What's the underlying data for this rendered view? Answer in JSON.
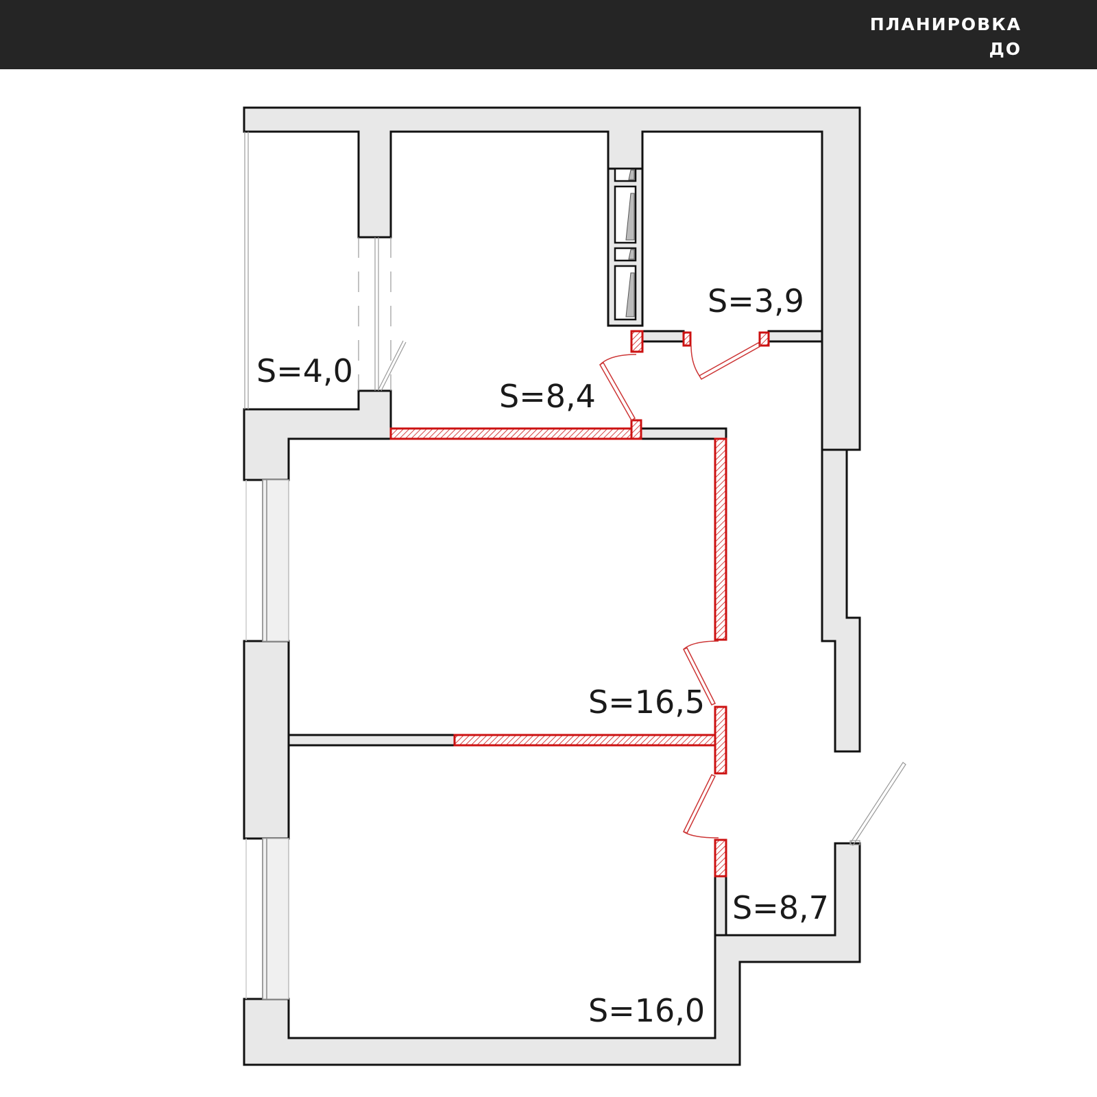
{
  "header": {
    "title_line1": "ПЛАНИРОВКА",
    "title_line2": "ДО"
  },
  "rooms": [
    {
      "id": "balcony",
      "label": "S=4,0"
    },
    {
      "id": "kitchen",
      "label": "S=8,4"
    },
    {
      "id": "bathroom",
      "label": "S=3,9"
    },
    {
      "id": "room1",
      "label": "S=16,5"
    },
    {
      "id": "hall",
      "label": "S=8,7"
    },
    {
      "id": "room2",
      "label": "S=16,0"
    }
  ],
  "colors": {
    "header_bg": "#252525",
    "wall_fill": "#e8e8e8",
    "wall_stroke": "#111111",
    "demolished_wall": "#cc1111"
  }
}
